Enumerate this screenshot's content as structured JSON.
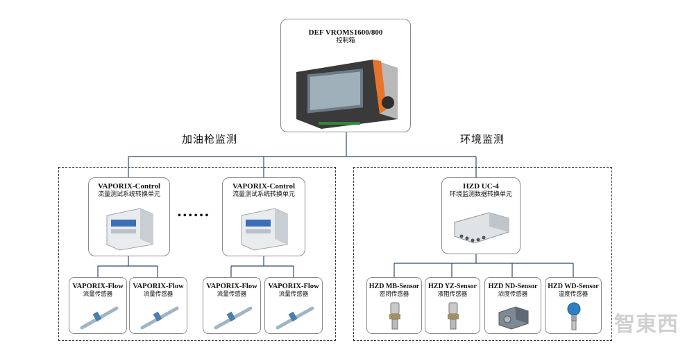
{
  "controller": {
    "title": "DEF VROMS1600/800",
    "subtitle": "控制箱"
  },
  "sections": {
    "left_label": "加油枪监测",
    "right_label": "环境监测"
  },
  "vaporix_controls": [
    {
      "title": "VAPORIX-Control",
      "subtitle": "流量测试系统转换单元"
    },
    {
      "title": "VAPORIX-Control",
      "subtitle": "流量测试系统转换单元"
    }
  ],
  "ellipsis": "••••••",
  "hzd_unit": {
    "title": "HZD UC-4",
    "subtitle": "环境监测数据转换单元"
  },
  "flow_sensors": [
    {
      "title": "VAPORIX-Flow",
      "subtitle": "流量传感器"
    },
    {
      "title": "VAPORIX-Flow",
      "subtitle": "流量传感器"
    },
    {
      "title": "VAPORIX-Flow",
      "subtitle": "流量传感器"
    },
    {
      "title": "VAPORIX-Flow",
      "subtitle": "流量传感器"
    }
  ],
  "hzd_sensors": [
    {
      "title": "HZD MB-Sensor",
      "subtitle": "密闭传感器"
    },
    {
      "title": "HZD YZ-Sensor",
      "subtitle": "液阻传感器"
    },
    {
      "title": "HZD ND-Sensor",
      "subtitle": "浓度传感器"
    },
    {
      "title": "HZD WD-Sensor",
      "subtitle": "温度传感器"
    }
  ],
  "watermark": "智東西",
  "colors": {
    "connector": "#2c4a6b",
    "box_border": "#8a8a8a",
    "accent_orange": "#e8742a"
  },
  "icons": [
    "controller-device-icon",
    "control-unit-icon",
    "flow-sensor-icon",
    "pressure-sensor-icon",
    "junction-box-icon",
    "gas-detector-icon",
    "temperature-sensor-icon"
  ]
}
